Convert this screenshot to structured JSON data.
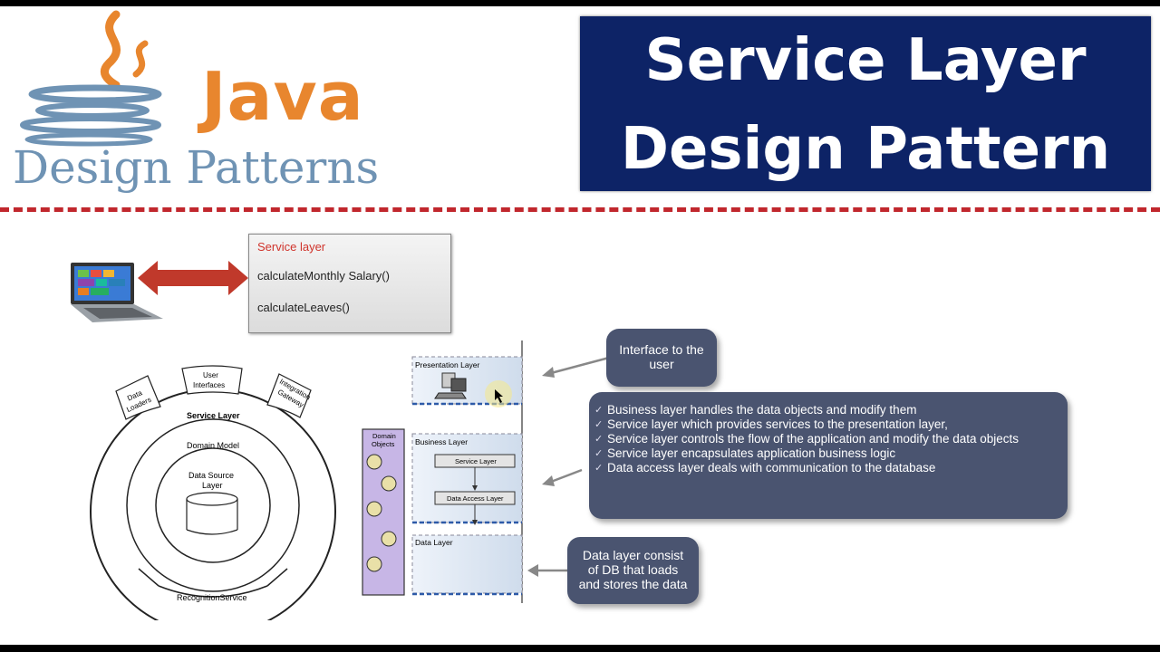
{
  "logo": {
    "word": "Java",
    "subtitle": "Design Patterns"
  },
  "title": {
    "line1": "Service Layer",
    "line2": "Design Pattern"
  },
  "service_box": {
    "heading": "Service layer",
    "method1": "calculateMonthly Salary()",
    "method2": "calculateLeaves()"
  },
  "onion": {
    "top_tabs": [
      "Data Loaders",
      "User Interfaces",
      "Integration Gateway"
    ],
    "tab1_lines": [
      "Data",
      "Loaders"
    ],
    "tab2_lines": [
      "User",
      "Interfaces"
    ],
    "tab3_lines": [
      "Integration",
      "Gateway"
    ],
    "service_layer": "Service Layer",
    "domain_model": "Domain Model",
    "data_source_line1": "Data Source",
    "data_source_line2": "Layer",
    "recognition": "RecognitionService"
  },
  "layers": {
    "domain_objects_line1": "Domain",
    "domain_objects_line2": "Objects",
    "presentation": "Presentation Layer",
    "business": "Business Layer",
    "service": "Service Layer",
    "data_access": "Data Access Layer",
    "data": "Data Layer"
  },
  "callouts": {
    "interface_line1": "Interface to the",
    "interface_line2": "user",
    "bullets": [
      "Business layer handles the data objects and modify them",
      "Service layer which provides services to the presentation layer,",
      "Service layer controls the flow of the application and modify the data objects",
      "Service layer encapsulates application business logic",
      "Data access layer deals with communication to the database"
    ],
    "check_glyph": "✓",
    "data_line1": "Data layer consist",
    "data_line2": "of DB that loads",
    "data_line3": "and stores the data"
  },
  "colors": {
    "title_bg": "#0d2366",
    "java_orange": "#e8862e",
    "dash_red": "#c1272d",
    "callout_bg": "#4a5470",
    "arrow_red": "#c0392b"
  }
}
